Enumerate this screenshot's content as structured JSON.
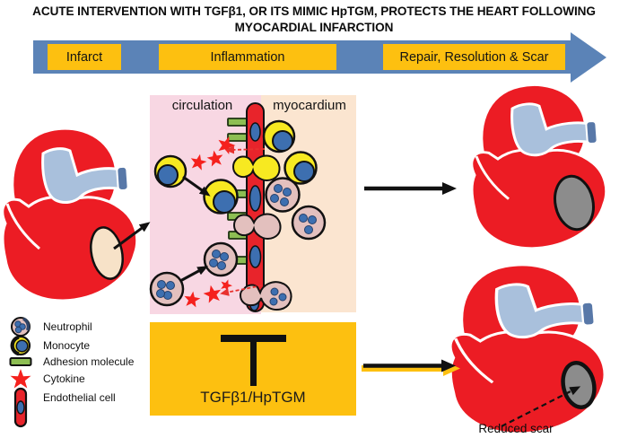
{
  "title": {
    "line1": "ACUTE INTERVENTION WITH TGFβ1, OR ITS MIMIC HpTGM, PROTECTS THE HEART FOLLOWING",
    "line2": "MYOCARDIAL INFARCTION"
  },
  "timeline": {
    "stages": [
      {
        "label": "Infarct"
      },
      {
        "label": "Inflammation"
      },
      {
        "label": "Repair, Resolution & Scar"
      }
    ]
  },
  "panel": {
    "circulation_label": "circulation",
    "myocardium_label": "myocardium"
  },
  "intervention": {
    "label": "TGFβ1/HpTGM"
  },
  "legend": {
    "items": [
      {
        "label": "Neutrophil",
        "icon": "neutrophil-icon"
      },
      {
        "label": "Monocyte",
        "icon": "monocyte-icon"
      },
      {
        "label": "Adhesion molecule",
        "icon": "adhesion-molecule-icon"
      },
      {
        "label": "Cytokine",
        "icon": "cytokine-icon"
      },
      {
        "label": "Endothelial cell",
        "icon": "endothelial-cell-icon"
      }
    ]
  },
  "annotations": {
    "reduced_scar_label": "Reduced scar"
  },
  "colors": {
    "banner_blue": "#5B83B7",
    "stage_gold": "#FDC010",
    "circulation_pink": "#F8D7E3",
    "myocardium_peach": "#FBE5D0",
    "heart_red": "#EC1C24",
    "vessel_tube_blue": "#A9C0DC",
    "monocyte_yellow": "#F7E921",
    "neutrophil_pink": "#E3C0BE",
    "nucleus_blue": "#3D6FB0",
    "adhesion_green": "#8DBE53",
    "cytokine_red": "#F5211D",
    "scar_gray": "#8C8C8C",
    "infarct_cream": "#F7E2C8"
  }
}
